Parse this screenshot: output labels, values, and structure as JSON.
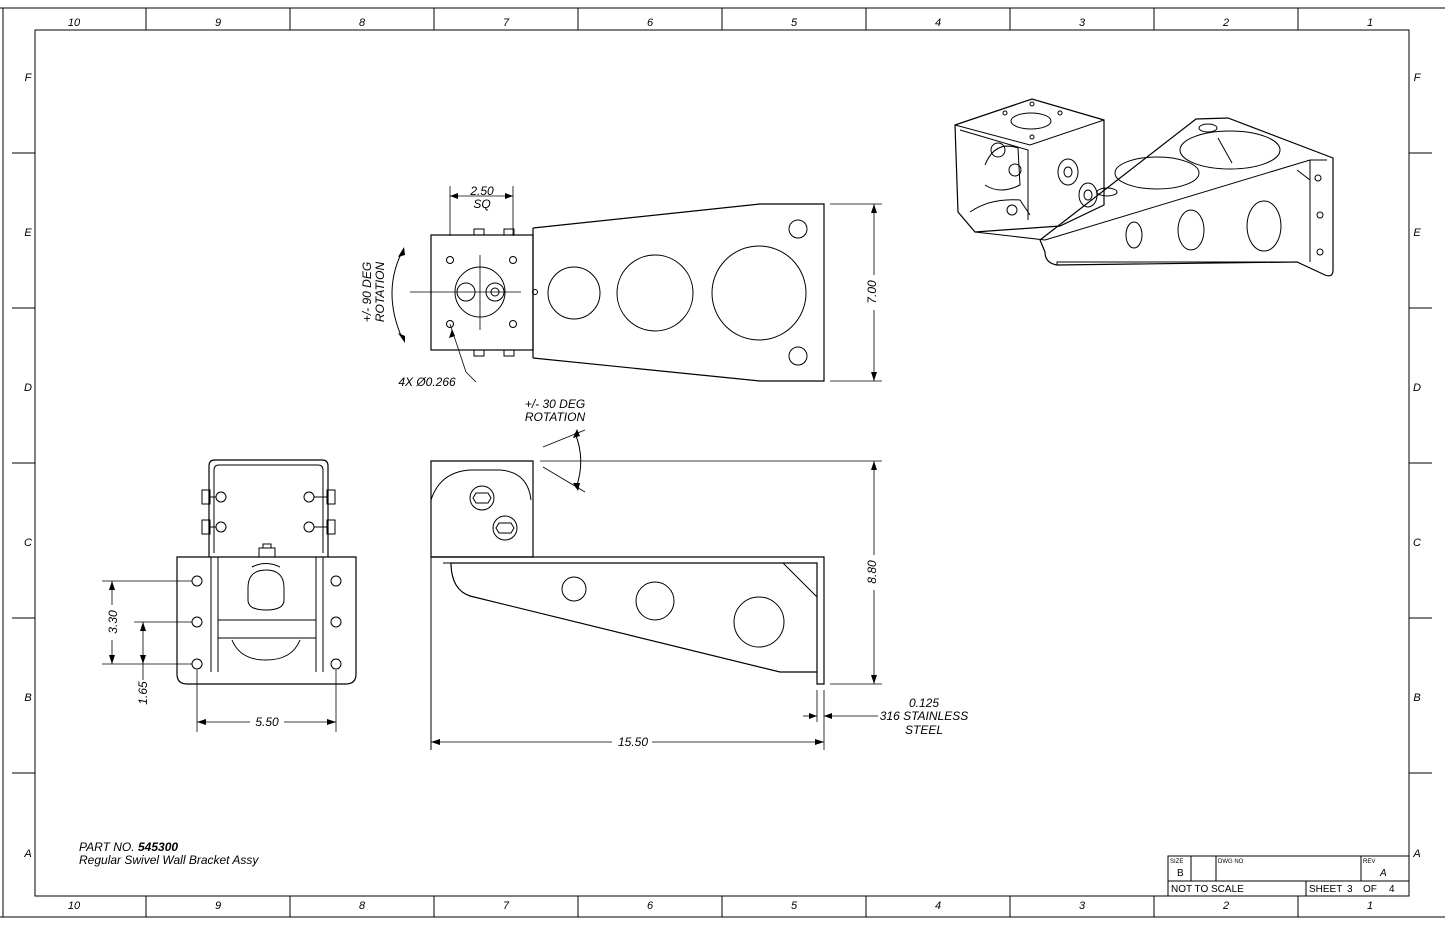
{
  "zones": {
    "columns": [
      "10",
      "9",
      "8",
      "7",
      "6",
      "5",
      "4",
      "3",
      "2",
      "1"
    ],
    "rows": [
      "F",
      "E",
      "D",
      "C",
      "B",
      "A"
    ]
  },
  "dimensions": {
    "square_size": "2.50",
    "square_label": "SQ",
    "top_rotation_line1": "+/- 90 DEG",
    "top_rotation_line2": "ROTATION",
    "hole_callout": "4X Ø0.266",
    "plate_height": "7.00",
    "side_rotation_line1": "+/- 30 DEG",
    "side_rotation_line2": "ROTATION",
    "overall_height": "8.80",
    "overall_length": "15.50",
    "material_line1": "0.125",
    "material_line2": "316 STAINLESS",
    "material_line3": "STEEL",
    "hole_spacing_vertical": "3.30",
    "hole_offset": "1.65",
    "hole_spacing_horizontal": "5.50"
  },
  "part": {
    "part_no_label": "PART NO.",
    "part_no": "545300",
    "description": "Regular Swivel Wall Bracket Assy"
  },
  "title_block": {
    "size_label": "SIZE",
    "size_value": "B",
    "dwg_label": "DWG NO",
    "rev_label": "REV",
    "rev_value": "A",
    "scale": "NOT TO SCALE",
    "sheet_label": "SHEET",
    "sheet_num": "3",
    "of_label": "OF",
    "sheet_total": "4"
  }
}
